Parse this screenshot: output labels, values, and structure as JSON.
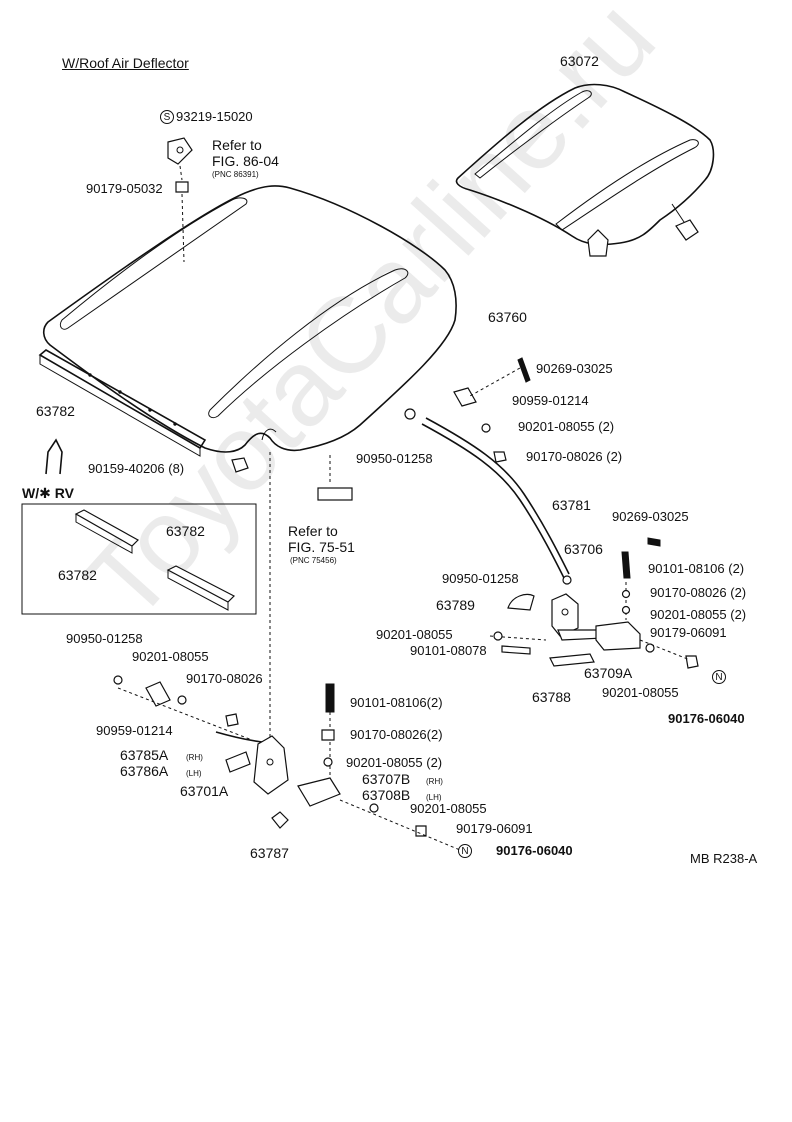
{
  "title": "W/Roof Air Deflector",
  "watermark": "ToyotaCarline.ru",
  "diagram_code": "MB R238-A",
  "rv_box_title": "W/✱ RV",
  "callout_marks": {
    "s": "S",
    "n": "N"
  },
  "refs": {
    "fig86": {
      "line1": "Refer to",
      "line2": "FIG. 86-04",
      "pnc": "(PNC 86391)"
    },
    "fig75": {
      "line1": "Refer to",
      "line2": "FIG. 75-51",
      "pnc": "(PNC 75456)"
    }
  },
  "labels": {
    "p63072": "63072",
    "p93219": "93219-15020",
    "p90179_05032": "90179-05032",
    "p63760": "63760",
    "p63782_main": "63782",
    "p90269_a": "90269-03025",
    "p90959_a": "90959-01214",
    "p90201_a": "90201-08055 (2)",
    "p90950_a": "90950-01258",
    "p90170_a": "90170-08026 (2)",
    "p90159": "90159-40206 (8)",
    "p63781": "63781",
    "p63782_box_a": "63782",
    "p63782_box_b": "63782",
    "p90269_b": "90269-03025",
    "p63706": "63706",
    "p90101_a": "90101-08106 (2)",
    "p90950_b": "90950-01258",
    "p90170_b": "90170-08026 (2)",
    "p63789": "63789",
    "p90201_b": "90201-08055 (2)",
    "p90201_c": "90201-08055",
    "p90179_a": "90179-06091",
    "p90101_b": "90101-08078",
    "p63709A": "63709A",
    "p63788": "63788",
    "p90201_d": "90201-08055",
    "p90176_a": "90176-06040",
    "p90950_c": "90950-01258",
    "p90201_e": "90201-08055",
    "p90170_c": "90170-08026",
    "p90959_b": "90959-01214",
    "p90101_c": "90101-08106(2)",
    "p90170_d": "90170-08026(2)",
    "p90201_f": "90201-08055 (2)",
    "p63785A": "63785A",
    "p63785A_side": "(RH)",
    "p63786A": "63786A",
    "p63786A_side": "(LH)",
    "p63707B": "63707B",
    "p63707B_side": "(RH)",
    "p63708B": "63708B",
    "p63708B_side": "(LH)",
    "p63701A": "63701A",
    "p90201_g": "90201-08055",
    "p90179_b": "90179-06091",
    "p63787": "63787",
    "p90176_b": "90176-06040"
  }
}
